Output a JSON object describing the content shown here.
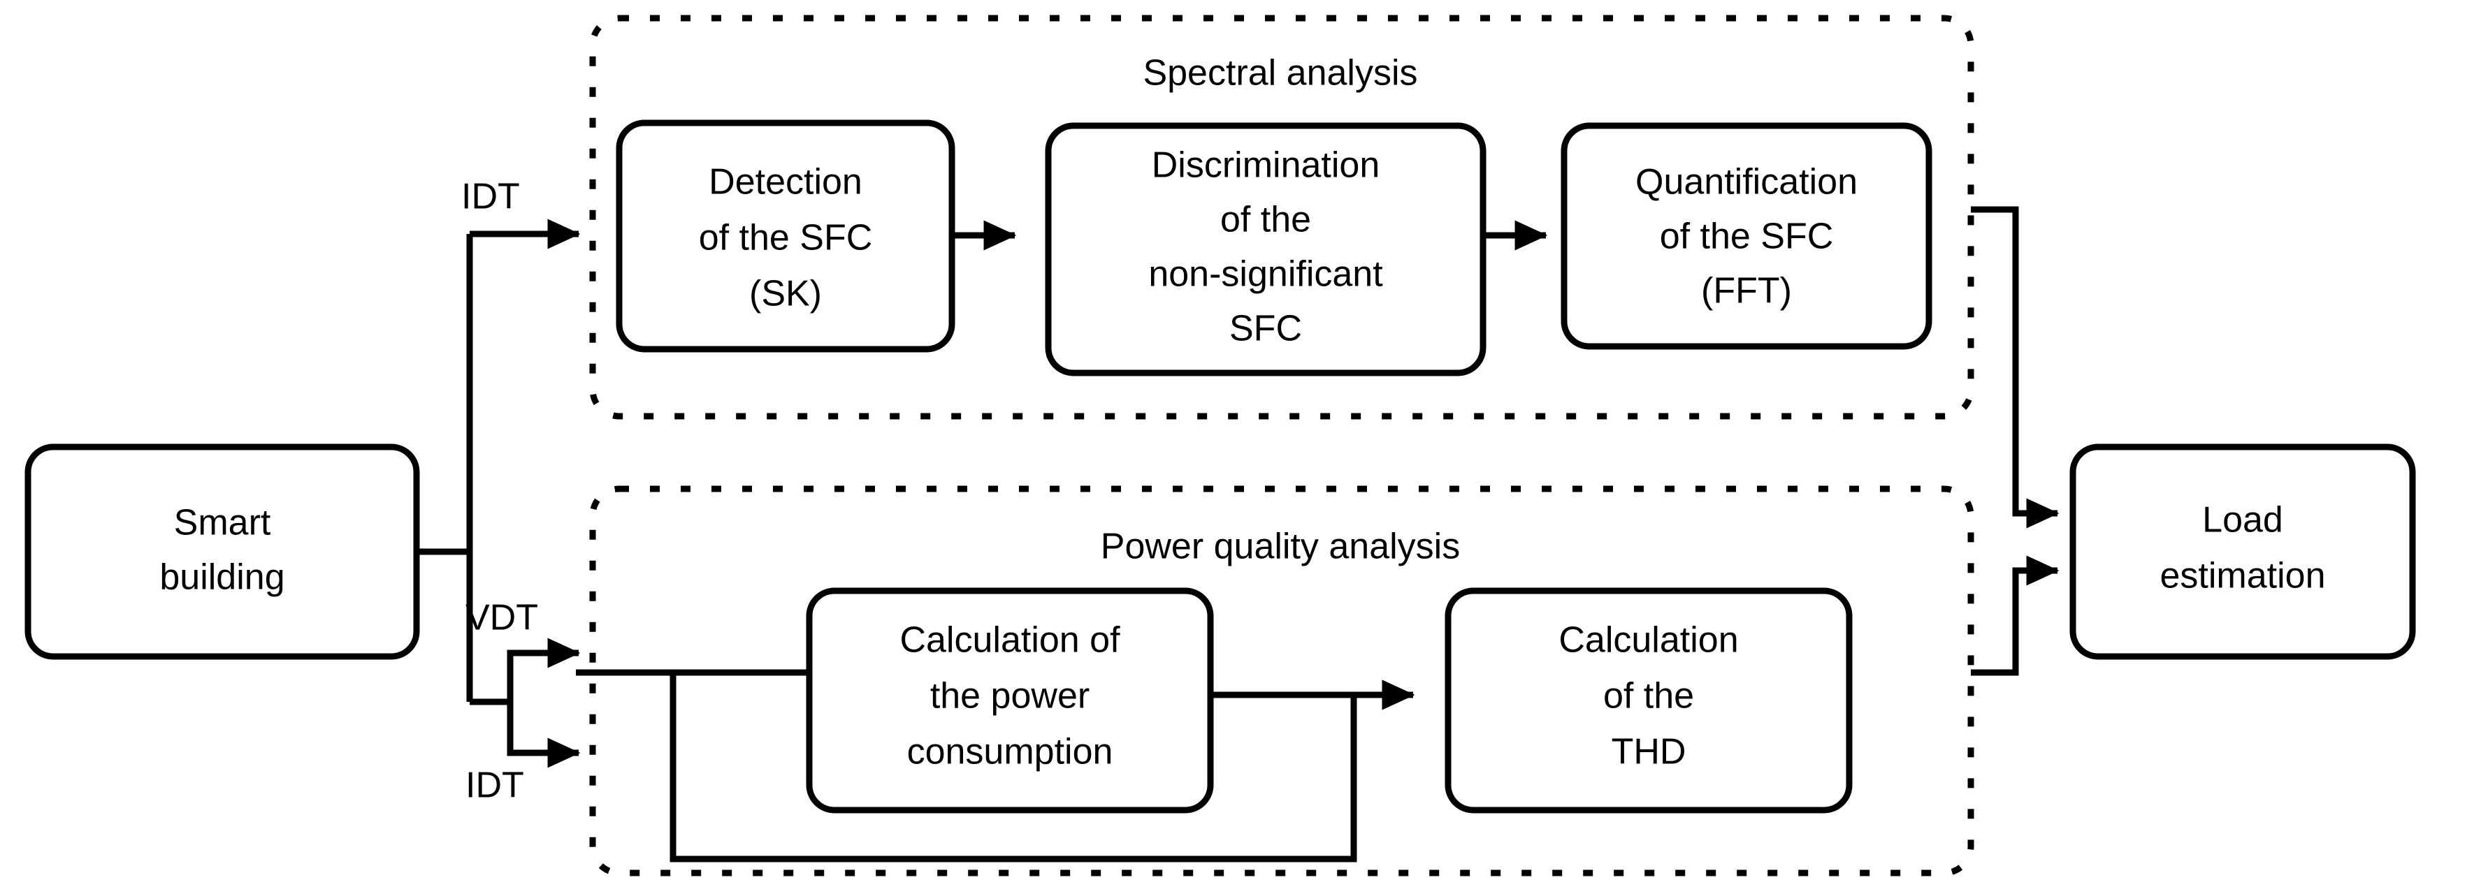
{
  "diagram": {
    "title_present": false,
    "background_color": "#ffffff",
    "stroke_color": "#000000",
    "nodes": {
      "smart_building": {
        "line1": "Smart",
        "line2": "building"
      },
      "detection": {
        "line1": "Detection",
        "line2": "of  the SFC",
        "line3": "(SK)"
      },
      "discrimination": {
        "line1": "Discrimination",
        "line2": "of the",
        "line3": "non-significant",
        "line4": "SFC"
      },
      "quantification": {
        "line1": "Quantification",
        "line2": "of the SFC",
        "line3": "(FFT)"
      },
      "power_consumption": {
        "line1": "Calculation of",
        "line2": "the power",
        "line3": "consumption"
      },
      "thd": {
        "line1": "Calculation",
        "line2": "of the",
        "line3": "THD"
      },
      "load_estimation": {
        "line1": "Load",
        "line2": "estimation"
      }
    },
    "panels": {
      "spectral": {
        "title": "Spectral analysis"
      },
      "power_quality": {
        "title": "Power quality analysis"
      }
    },
    "edge_labels": {
      "idt_top": "IDT",
      "vdt": "VDT",
      "idt_bottom": "IDT"
    }
  }
}
